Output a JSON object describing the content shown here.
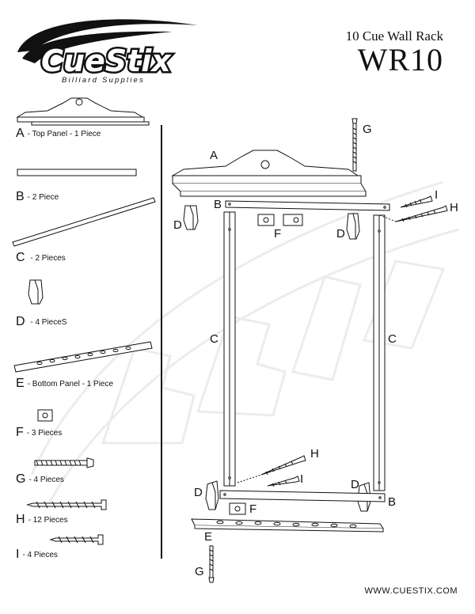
{
  "brand": {
    "name": "CueStix",
    "tagline": "Billiard Supplies"
  },
  "document": {
    "subtitle": "10 Cue Wall Rack",
    "model": "WR10",
    "website": "WWW.CUESTIX.COM"
  },
  "parts": [
    {
      "letter": "A",
      "desc": "- Top Panel - 1 Piece"
    },
    {
      "letter": "B",
      "desc": "- 2 Piece"
    },
    {
      "letter": "C",
      "desc": " - 2 Pieces"
    },
    {
      "letter": "D",
      "desc": " - 4 PieceS"
    },
    {
      "letter": "E",
      "desc": "- Bottom Panel - 1 Piece"
    },
    {
      "letter": "F",
      "desc": "- 3 Pieces"
    },
    {
      "letter": "G",
      "desc": "- 4 Pieces"
    },
    {
      "letter": "H",
      "desc": "- 12 Pieces"
    },
    {
      "letter": "I",
      "desc": "- 4 Pieces"
    }
  ],
  "callouts": {
    "a": "A",
    "b_top": "B",
    "b_bottom": "B",
    "c_left": "C",
    "c_right": "C",
    "d_tl": "D",
    "d_tr": "D",
    "d_bl": "D",
    "d_br": "D",
    "e": "E",
    "f_top": "F",
    "f_bottom": "F",
    "g_top": "G",
    "g_bottom": "G",
    "h_top": "H",
    "h_bottom": "H",
    "i_top": "I",
    "i_bottom": "I"
  }
}
